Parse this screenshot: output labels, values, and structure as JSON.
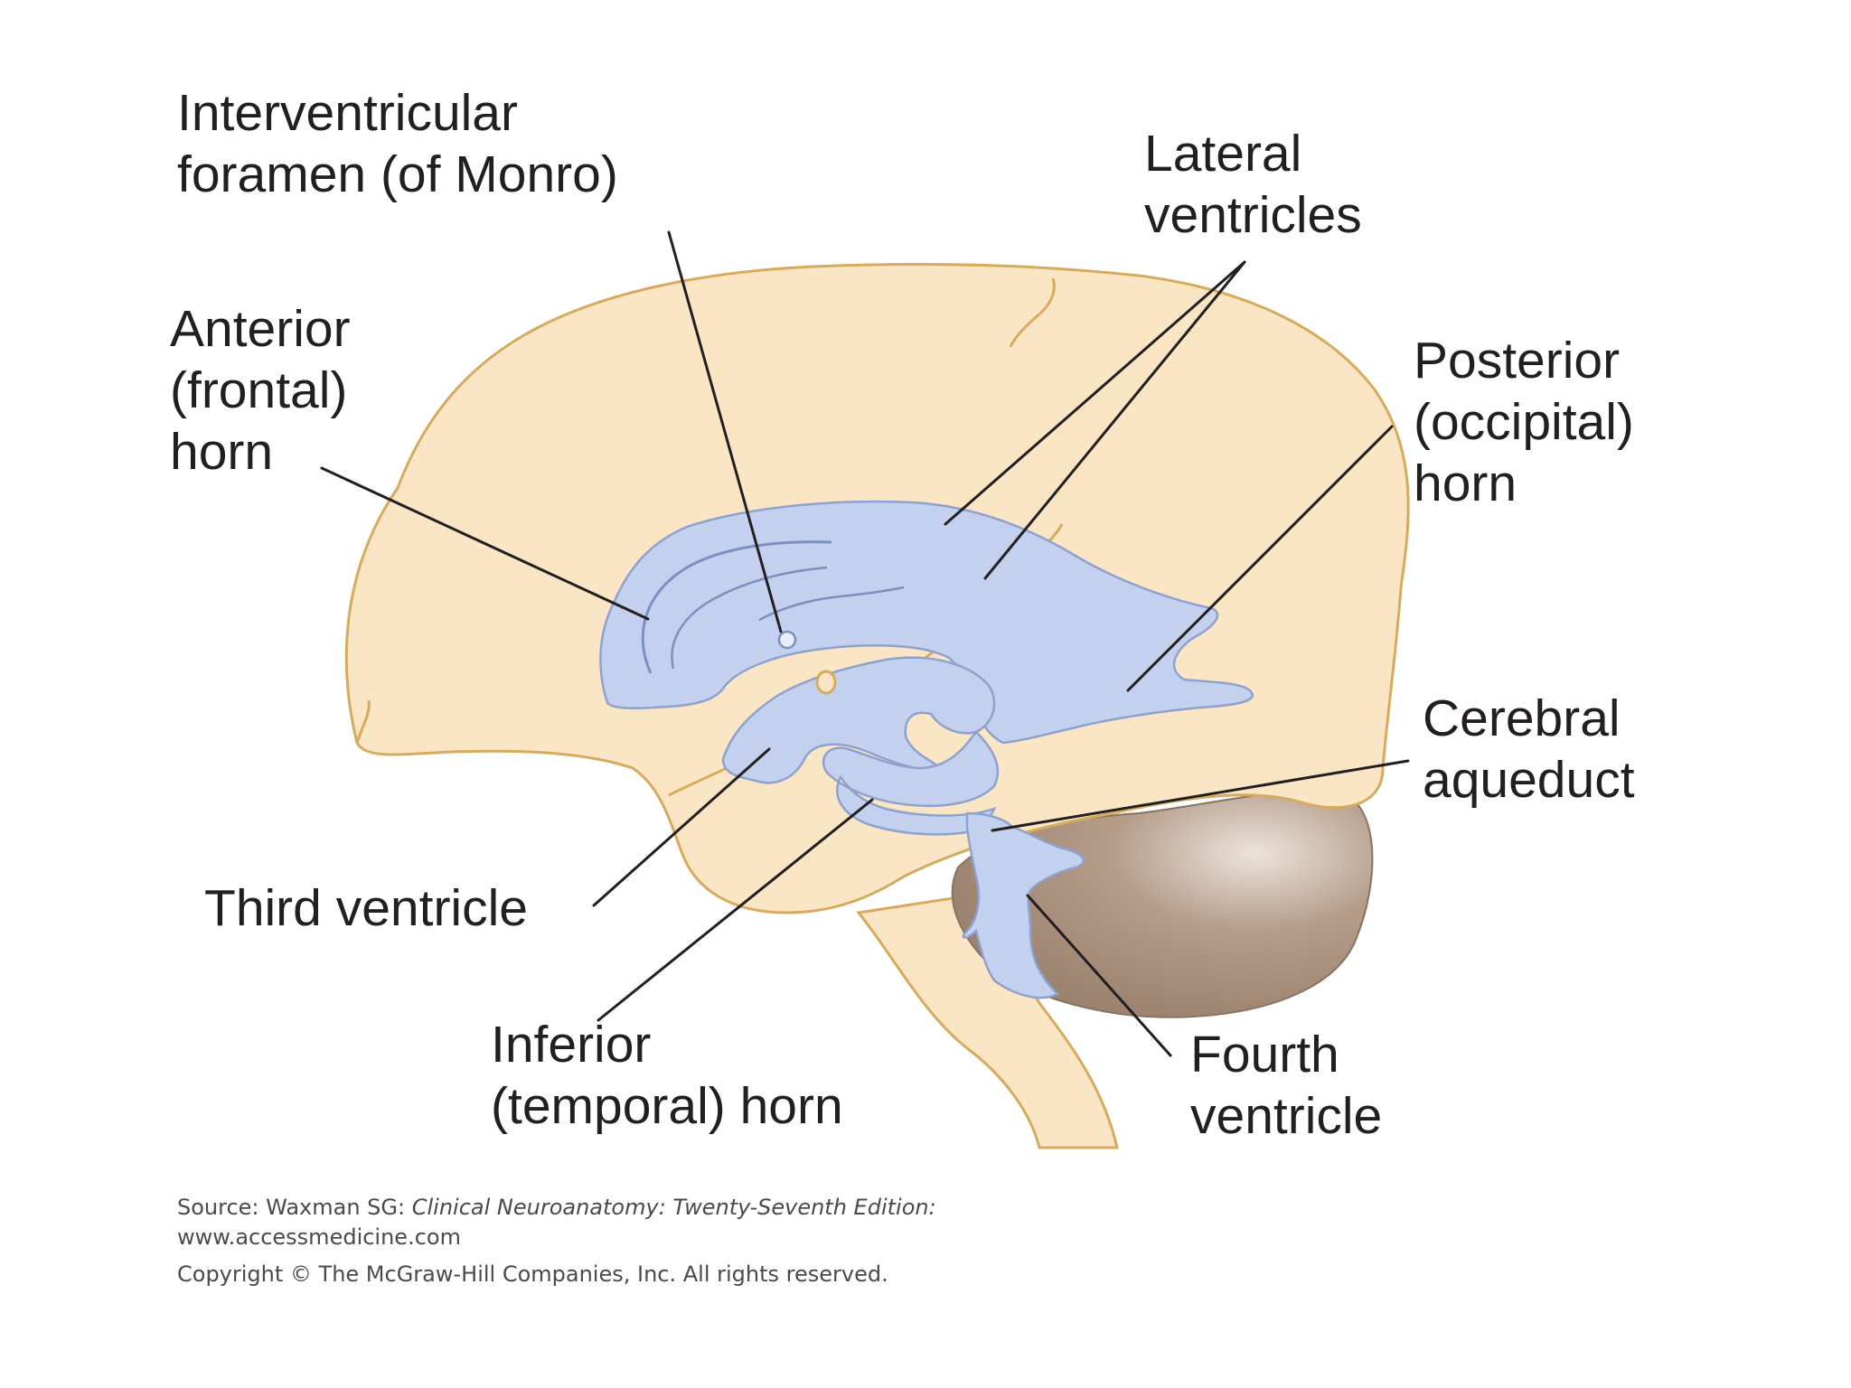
{
  "labels": {
    "interventricular_foramen": [
      "Interventricular",
      "foramen (of Monro)"
    ],
    "lateral_ventricles": [
      "Lateral",
      "ventricles"
    ],
    "anterior_horn": [
      "Anterior",
      "(frontal)",
      "horn"
    ],
    "posterior_horn": [
      "Posterior",
      "(occipital)",
      "horn"
    ],
    "cerebral_aqueduct": [
      "Cerebral",
      "aqueduct"
    ],
    "third_ventricle": [
      "Third ventricle"
    ],
    "inferior_horn": [
      "Inferior",
      "(temporal) horn"
    ],
    "fourth_ventricle": [
      "Fourth",
      "ventricle"
    ]
  },
  "source": {
    "prefix": "Source: Waxman SG: ",
    "book": "Clinical Neuroanatomy: Twenty-Seventh Edition:",
    "url": "www.accessmedicine.com",
    "copyright": "Copyright © The McGraw-Hill Companies, Inc. All rights reserved."
  },
  "colors": {
    "brain_fill": "#fae5c5",
    "brain_outline": "#d7ab5d",
    "ventricle_fill": "#c4d1ee",
    "ventricle_outline": "#8ea1cf",
    "cerebellum_fill": "#a68b78",
    "leader_line": "#231f20"
  }
}
